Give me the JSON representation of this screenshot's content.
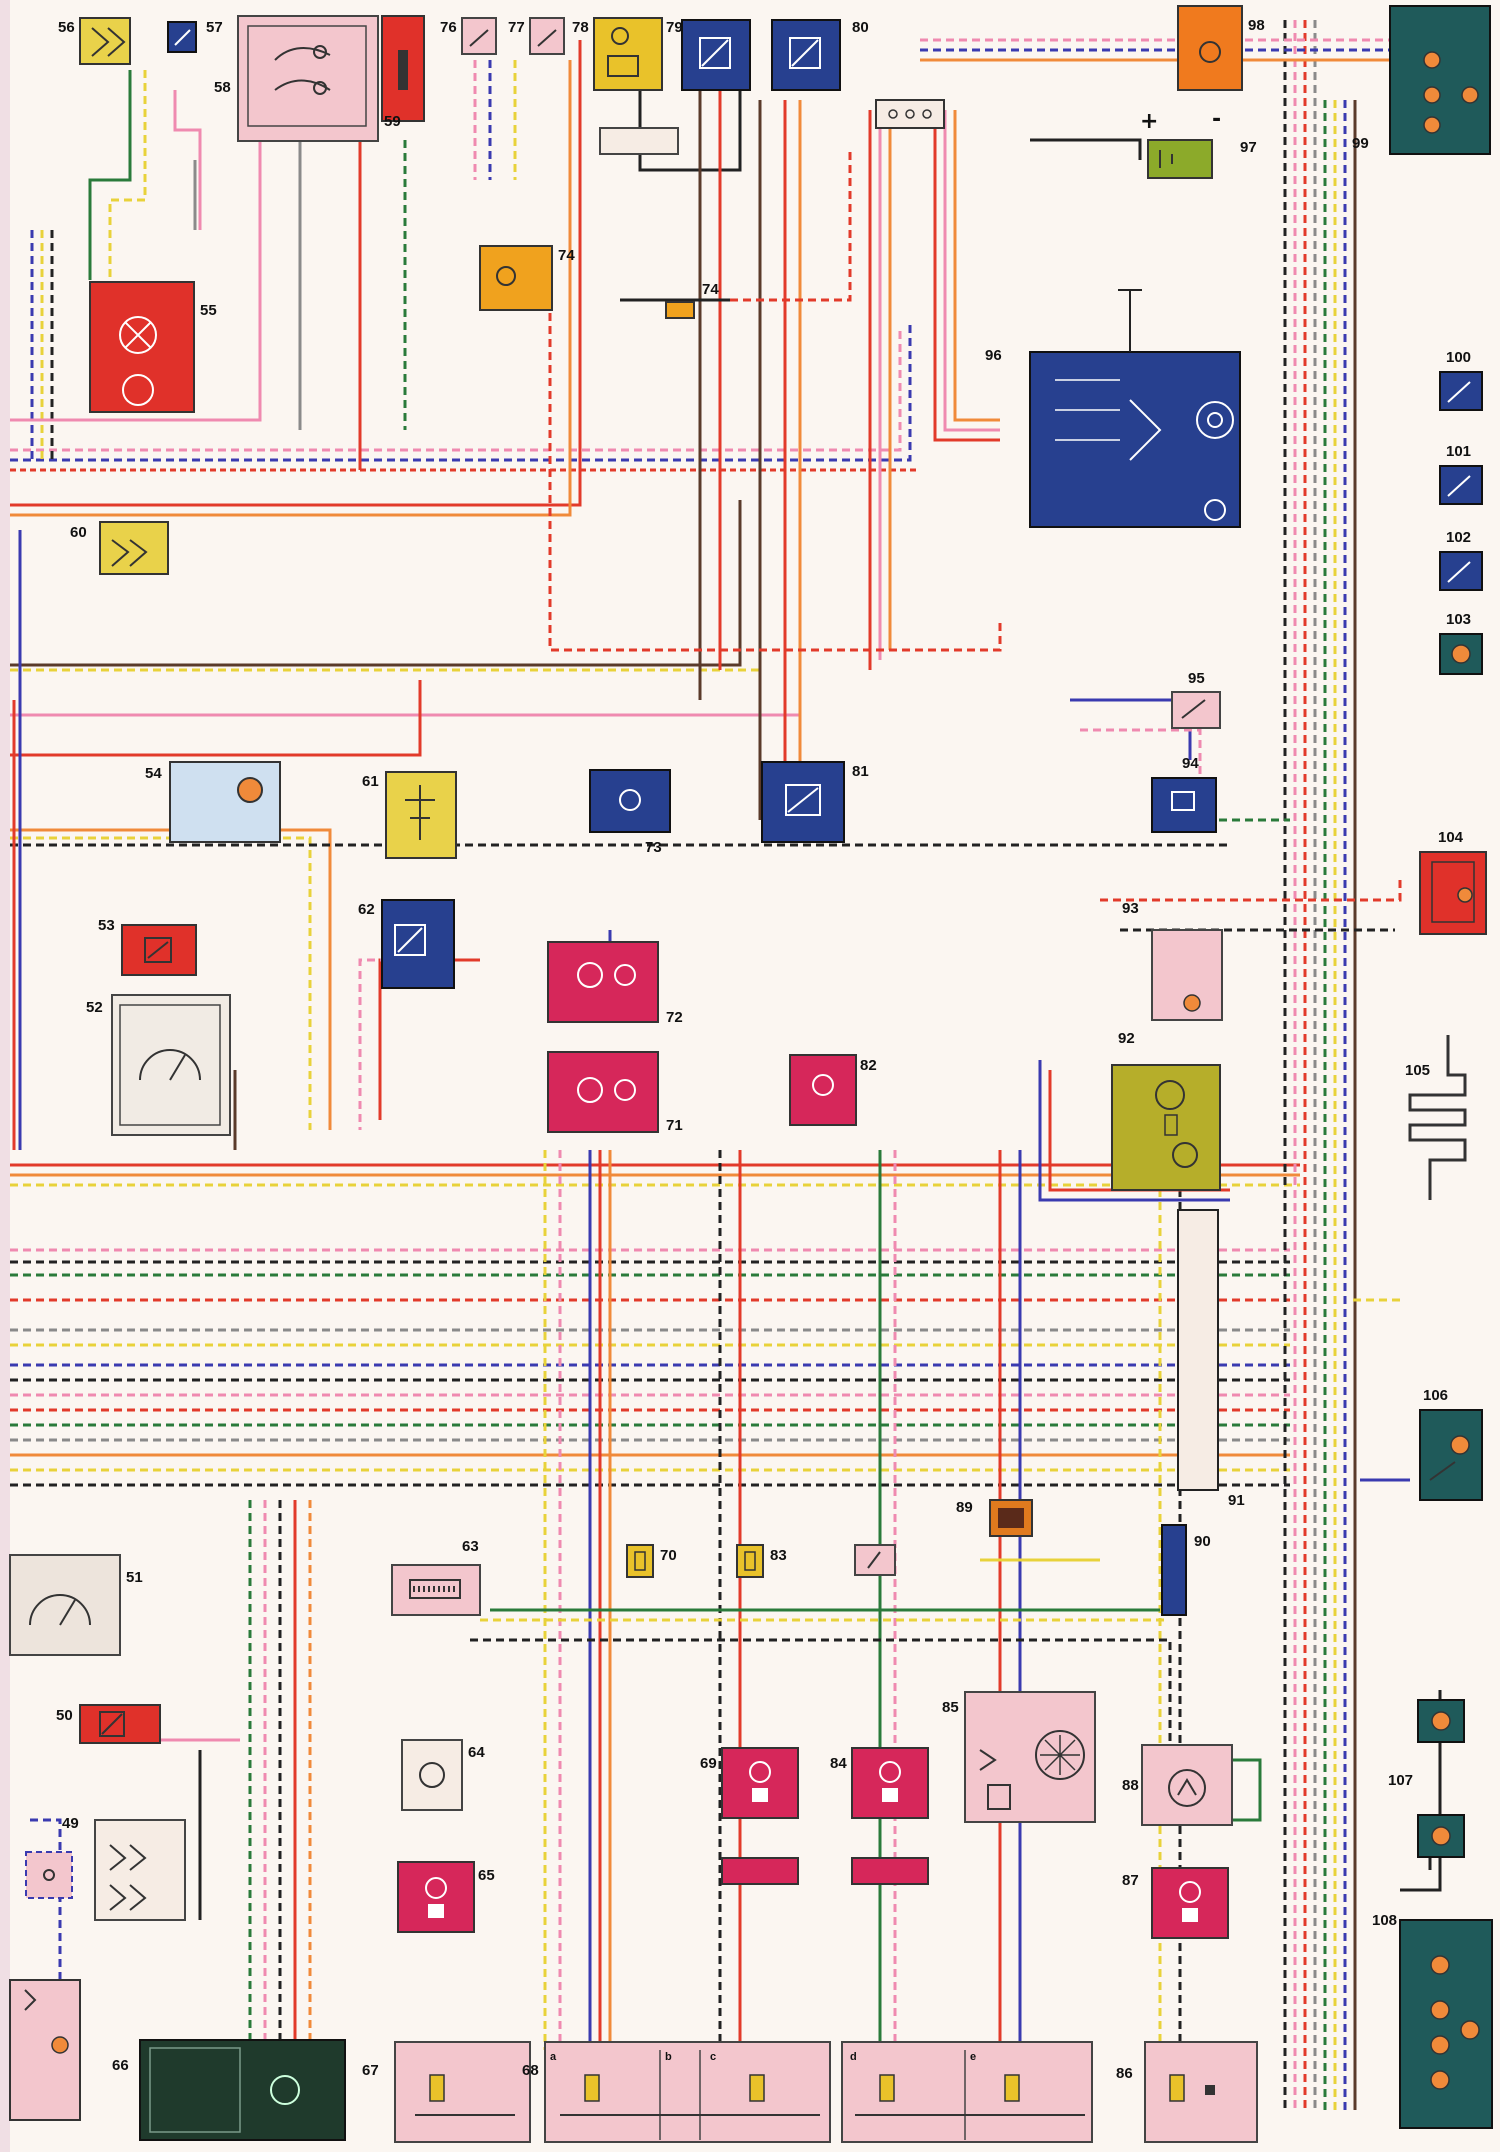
{
  "diagram": {
    "components": [
      {
        "id": "49",
        "color": "#f6ece4"
      },
      {
        "id": "50",
        "color": "#e0312a"
      },
      {
        "id": "51",
        "color": "#ede4dc"
      },
      {
        "id": "52",
        "color": "#f1ebe4"
      },
      {
        "id": "53",
        "color": "#e0312a"
      },
      {
        "id": "54",
        "color": "#cfe0f0"
      },
      {
        "id": "55",
        "color": "#e0312a"
      },
      {
        "id": "56",
        "color": "#e9d24a"
      },
      {
        "id": "57",
        "color": "#27408f"
      },
      {
        "id": "58",
        "color": "#f3c6cd"
      },
      {
        "id": "59",
        "color": "#e0312a"
      },
      {
        "id": "60",
        "color": "#e9d24a"
      },
      {
        "id": "61",
        "color": "#e9d24a"
      },
      {
        "id": "62",
        "color": "#27408f"
      },
      {
        "id": "63",
        "color": "#f3c6cd"
      },
      {
        "id": "64",
        "color": "#f6ece4"
      },
      {
        "id": "65",
        "color": "#d6275a"
      },
      {
        "id": "66",
        "color": "#1f3a2c"
      },
      {
        "id": "67",
        "color": "#f3c6cd"
      },
      {
        "id": "68",
        "color": "#f3c6cd"
      },
      {
        "id": "69",
        "color": "#d6275a"
      },
      {
        "id": "70",
        "color": "#e9c22a"
      },
      {
        "id": "71",
        "color": "#d6275a"
      },
      {
        "id": "72",
        "color": "#d6275a"
      },
      {
        "id": "73",
        "color": "#27408f"
      },
      {
        "id": "74",
        "color": "#f0a21e"
      },
      {
        "id": "76",
        "color": "#f3c6cd"
      },
      {
        "id": "77",
        "color": "#f3c6cd"
      },
      {
        "id": "78",
        "color": "#f3c6cd"
      },
      {
        "id": "79",
        "color": "#e9c22a"
      },
      {
        "id": "80",
        "color": "#27408f"
      },
      {
        "id": "81",
        "color": "#27408f"
      },
      {
        "id": "82",
        "color": "#d6275a"
      },
      {
        "id": "83",
        "color": "#e9c22a"
      },
      {
        "id": "84",
        "color": "#d6275a"
      },
      {
        "id": "85",
        "color": "#f3c6cd"
      },
      {
        "id": "86",
        "color": "#f3c6cd"
      },
      {
        "id": "87",
        "color": "#d6275a"
      },
      {
        "id": "88",
        "color": "#f3c6cd"
      },
      {
        "id": "89",
        "color": "#e07a1e"
      },
      {
        "id": "90",
        "color": "#27408f"
      },
      {
        "id": "91",
        "color": "#f6ece4"
      },
      {
        "id": "92",
        "color": "#b6ae2a"
      },
      {
        "id": "93",
        "color": "#f3c6cd"
      },
      {
        "id": "94",
        "color": "#27408f"
      },
      {
        "id": "95",
        "color": "#f3c6cd"
      },
      {
        "id": "96",
        "color": "#27408f"
      },
      {
        "id": "97",
        "color": "#8caa2a"
      },
      {
        "id": "98",
        "color": "#f07a1e"
      },
      {
        "id": "99",
        "color": "#1f5a5a"
      },
      {
        "id": "100",
        "color": "#27408f"
      },
      {
        "id": "101",
        "color": "#27408f"
      },
      {
        "id": "102",
        "color": "#27408f"
      },
      {
        "id": "103",
        "color": "#1f5a5a"
      },
      {
        "id": "104",
        "color": "#e0312a"
      },
      {
        "id": "105",
        "color": "none"
      },
      {
        "id": "106",
        "color": "#1f5a5a"
      },
      {
        "id": "107",
        "color": "#1f5a5a"
      },
      {
        "id": "108",
        "color": "#1f5a5a"
      }
    ],
    "battery_plus": "+",
    "battery_minus": "-",
    "sub_labels": [
      "a",
      "b",
      "c",
      "d",
      "e"
    ]
  },
  "wire_colors": {
    "red": "#e23a2a",
    "orange": "#f08a3a",
    "pink": "#ef8ab0",
    "blue": "#3a3ab0",
    "brown": "#5a3a2a",
    "black": "#222222",
    "green": "#2a7a3a",
    "yellow": "#e8d23a",
    "grey": "#8a8a8a",
    "violet": "#8a3aa0"
  }
}
